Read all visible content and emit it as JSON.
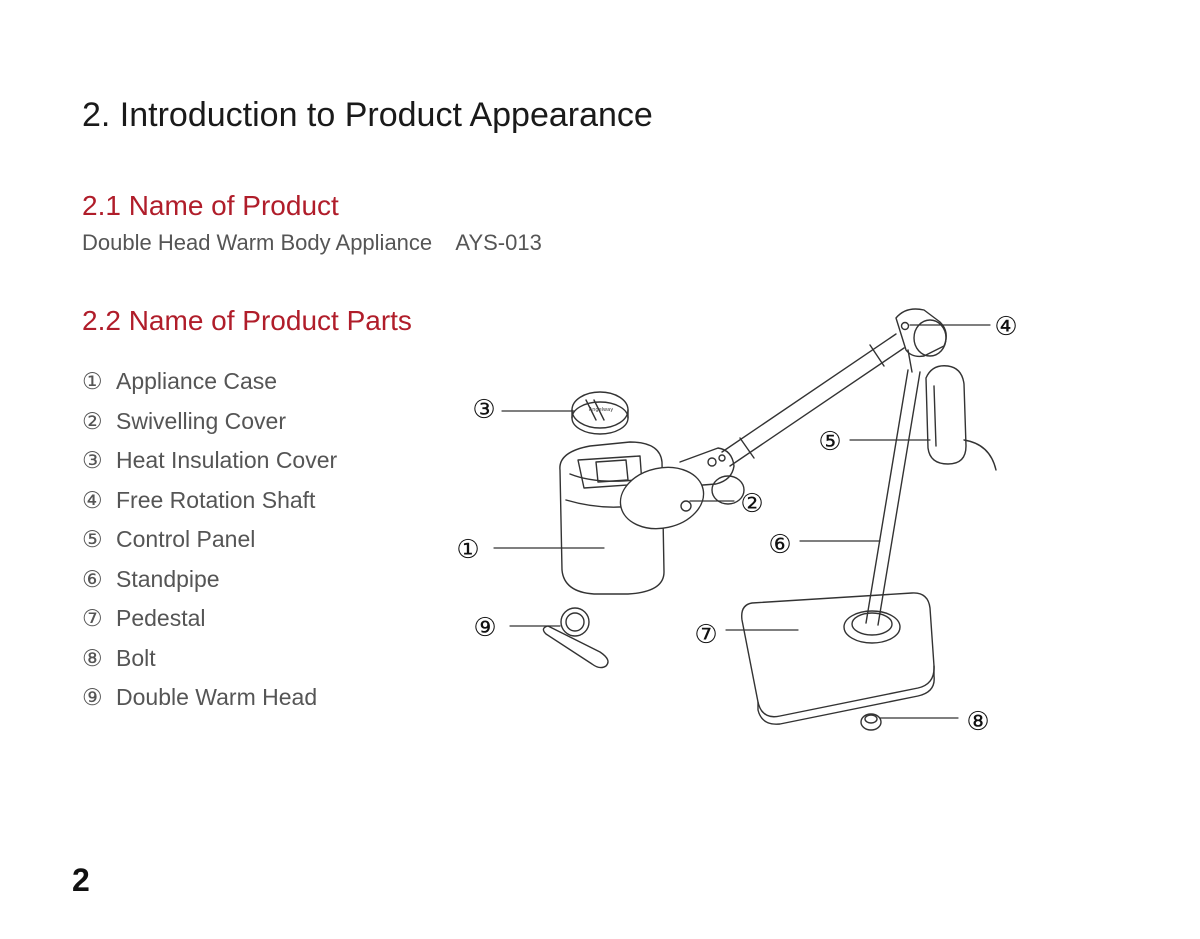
{
  "heading": "2. Introduction to Product Appearance",
  "sections": {
    "product_name": {
      "title": "2.1 Name of Product",
      "description": "Double Head Warm Body Appliance",
      "model": "AYS-013"
    },
    "parts": {
      "title": "2.2 Name of Product Parts",
      "items": [
        {
          "num": "①",
          "label": "Appliance Case"
        },
        {
          "num": "②",
          "label": "Swivelling Cover"
        },
        {
          "num": "③",
          "label": "Heat Insulation Cover"
        },
        {
          "num": "④",
          "label": "Free Rotation Shaft"
        },
        {
          "num": "⑤",
          "label": "Control Panel"
        },
        {
          "num": "⑥",
          "label": "Standpipe"
        },
        {
          "num": "⑦",
          "label": "Pedestal"
        },
        {
          "num": "⑧",
          "label": "Bolt"
        },
        {
          "num": "⑨",
          "label": "Double Warm Head"
        }
      ]
    }
  },
  "diagram": {
    "callouts": [
      "①",
      "②",
      "③",
      "④",
      "⑤",
      "⑥",
      "⑦",
      "⑧",
      "⑨"
    ],
    "cover_brand_text": "Angelway"
  },
  "page_number": "2"
}
